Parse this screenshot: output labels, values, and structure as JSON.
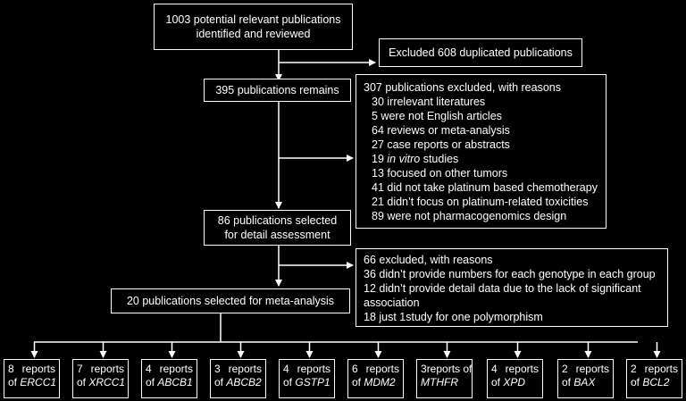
{
  "boxes": {
    "start": [
      "1003 potential relevant publications",
      "identified and reviewed"
    ],
    "duplicates": "Excluded 608 duplicated publications",
    "remains": "395 publications remains",
    "excluded1": {
      "header": "307 publications excluded, with reasons",
      "reasons": [
        {
          "pre": "30 irrelevant literatures",
          "em": "",
          "post": ""
        },
        {
          "pre": "5 were not English articles",
          "em": "",
          "post": ""
        },
        {
          "pre": "64 reviews or meta-analysis",
          "em": "",
          "post": ""
        },
        {
          "pre": "27 case reports or abstracts",
          "em": "",
          "post": ""
        },
        {
          "pre": "19 ",
          "em": "in vitro",
          "post": " studies"
        },
        {
          "pre": "13 focused on other tumors",
          "em": "",
          "post": ""
        },
        {
          "pre": "41 did not take platinum based chemotherapy",
          "em": "",
          "post": ""
        },
        {
          "pre": "21 didn’t focus on platinum-related toxicities",
          "em": "",
          "post": ""
        },
        {
          "pre": "89 were not pharmacogenomics design",
          "em": "",
          "post": ""
        }
      ]
    },
    "detail": [
      "86 publications selected",
      "for detail assessment"
    ],
    "excluded2": {
      "lines": [
        "66 excluded, with reasons",
        "36 didn’t provide numbers for each genotype in each group",
        "12 didn’t provide detail data due to the lack of significant",
        "association",
        "18 just 1study for one polymorphism"
      ]
    },
    "meta": "20 publications selected for meta-analysis"
  },
  "reports": [
    {
      "num": "8",
      "word": "reports",
      "of": "of",
      "gene": "ERCC1"
    },
    {
      "num": "7",
      "word": "reports",
      "of": "of",
      "gene": "XRCC1"
    },
    {
      "num": "4",
      "word": "reports",
      "of": "of",
      "gene": "ABCB1"
    },
    {
      "num": "3",
      "word": "reports",
      "of": "of",
      "gene": "ABCB2"
    },
    {
      "num": "4",
      "word": "reports",
      "of": "of",
      "gene": "GSTP1"
    },
    {
      "num": "6",
      "word": "reports",
      "of": "of",
      "gene": "MDM2"
    },
    {
      "num": "3",
      "word": "reports of",
      "of": "",
      "gene": "MTHFR"
    },
    {
      "num": "4",
      "word": "reports",
      "of": "of",
      "gene": "XPD"
    },
    {
      "num": "2",
      "word": "reports",
      "of": "of",
      "gene": "BAX"
    },
    {
      "num": "2",
      "word": "reports",
      "of": "of",
      "gene": "BCL2"
    }
  ],
  "colors": {
    "background": "#000000",
    "foreground": "#ffffff"
  }
}
